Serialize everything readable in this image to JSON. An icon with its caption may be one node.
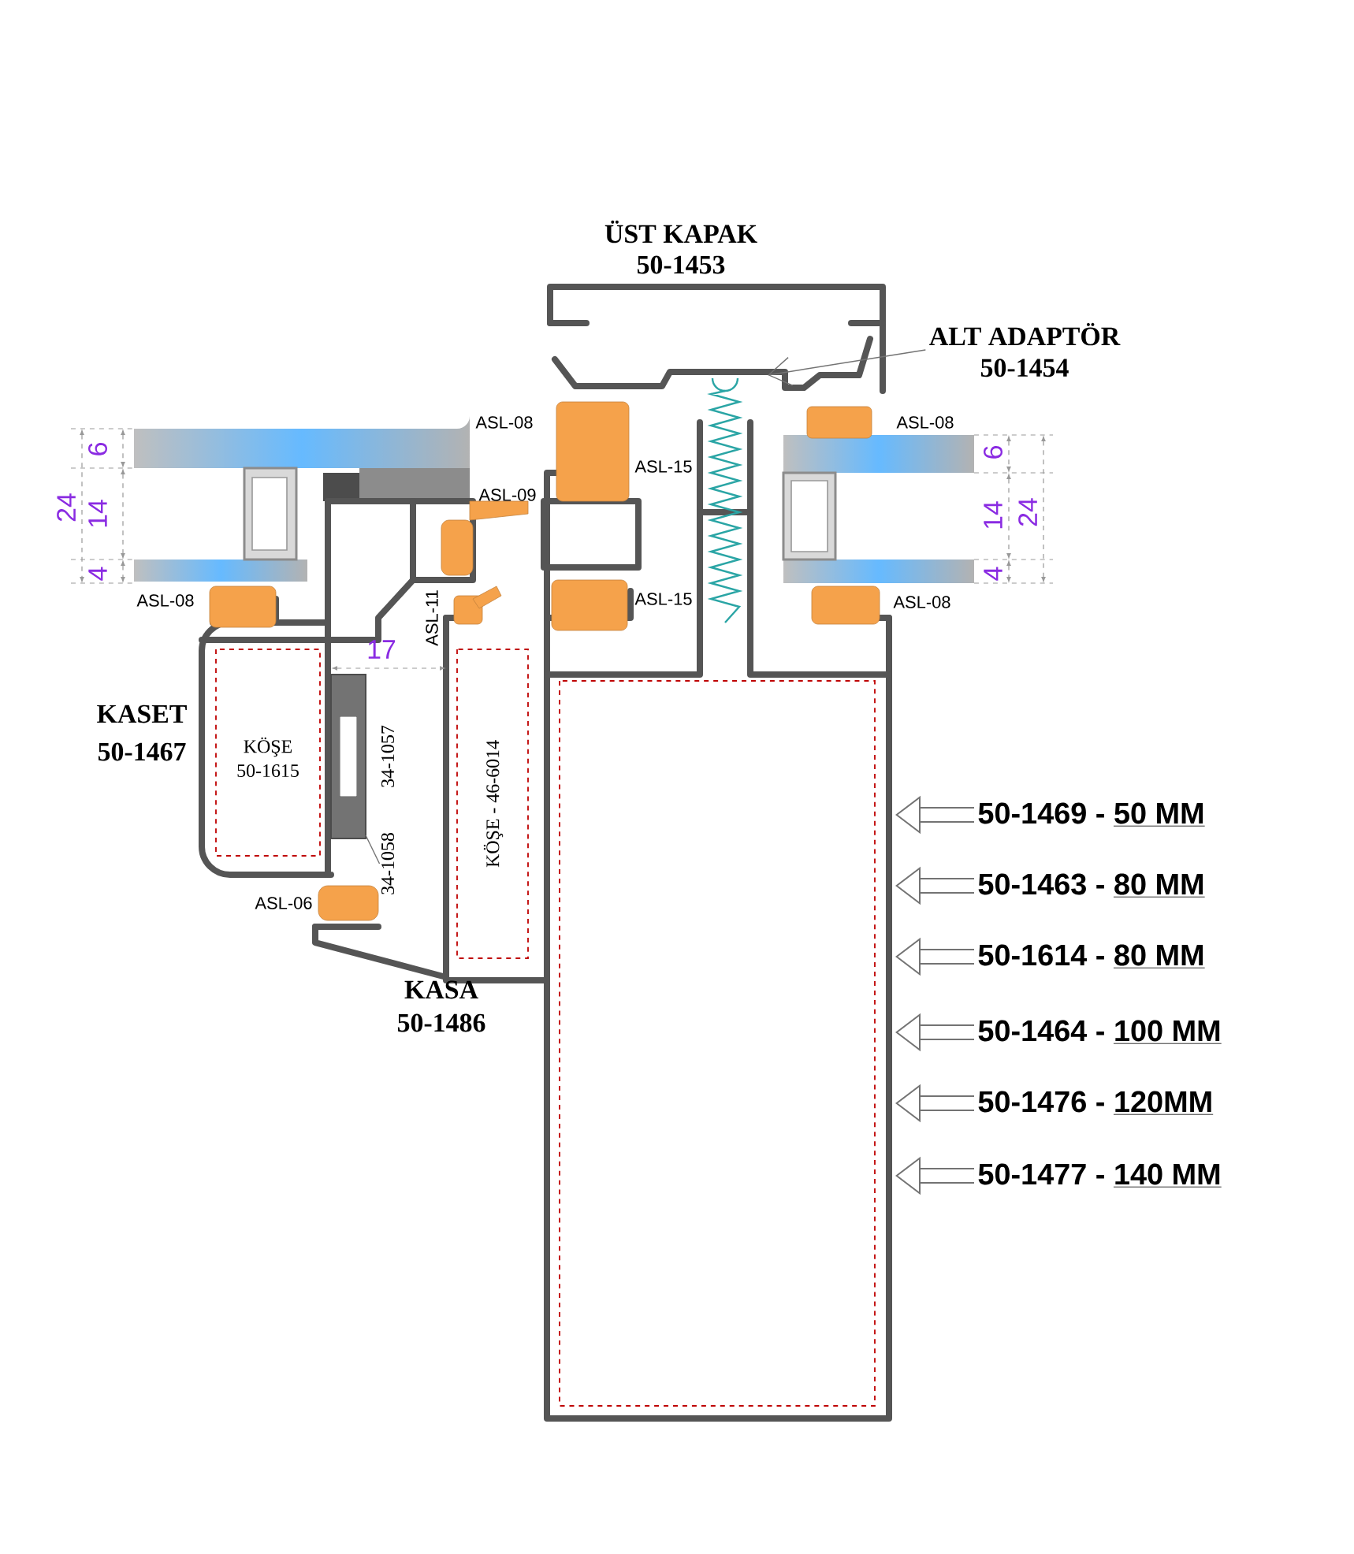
{
  "diagram": {
    "nodes": [
      {
        "text": [
          "ALT ADAPTÖR",
          "50-1454"
        ]
      },
      {
        "text": [
          "34-1058"
        ]
      },
      {
        "text": [
          "50-1469 -",
          "50 MM"
        ]
      },
      {
        "text": [
          "50-1463 -",
          "80 MM"
        ]
      },
      {
        "text": [
          "50-1614 -",
          "80 MM"
        ]
      },
      {
        "text": [
          "50-1464 -",
          "100 MM"
        ]
      },
      {
        "text": [
          "50-1476 -",
          "120MM"
        ]
      },
      {
        "text": [
          "50-1477 -",
          "140 MM"
        ]
      }
    ],
    "edges": [
      {
        "from": 0,
        "to": null,
        "arrow": "to"
      },
      {
        "from": 1,
        "to": null,
        "arrow": "none"
      },
      {
        "from": 2,
        "to": null,
        "arrow": "to"
      },
      {
        "from": 3,
        "to": null,
        "arrow": "to"
      },
      {
        "from": 4,
        "to": null,
        "arrow": "to"
      },
      {
        "from": 5,
        "to": null,
        "arrow": "to"
      },
      {
        "from": 6,
        "to": null,
        "arrow": "to"
      },
      {
        "from": 7,
        "to": null,
        "arrow": "to"
      }
    ],
    "labels": [
      "ÜST KAPAK",
      "50-1453",
      "6",
      "24",
      "14",
      "4",
      "ASL-08",
      "ASL-08",
      "ASL-15",
      "6",
      "14",
      "24",
      "4",
      "ASL-09",
      "ASL-08",
      "ASL-15",
      "ASL-08",
      "ASL-11",
      "17",
      "KASET",
      "50-1467",
      "KÖŞE",
      "50-1615",
      "34-1057",
      "KÖŞE - 46-6014",
      "ASL-06",
      "KASA",
      "50-1486"
    ]
  }
}
